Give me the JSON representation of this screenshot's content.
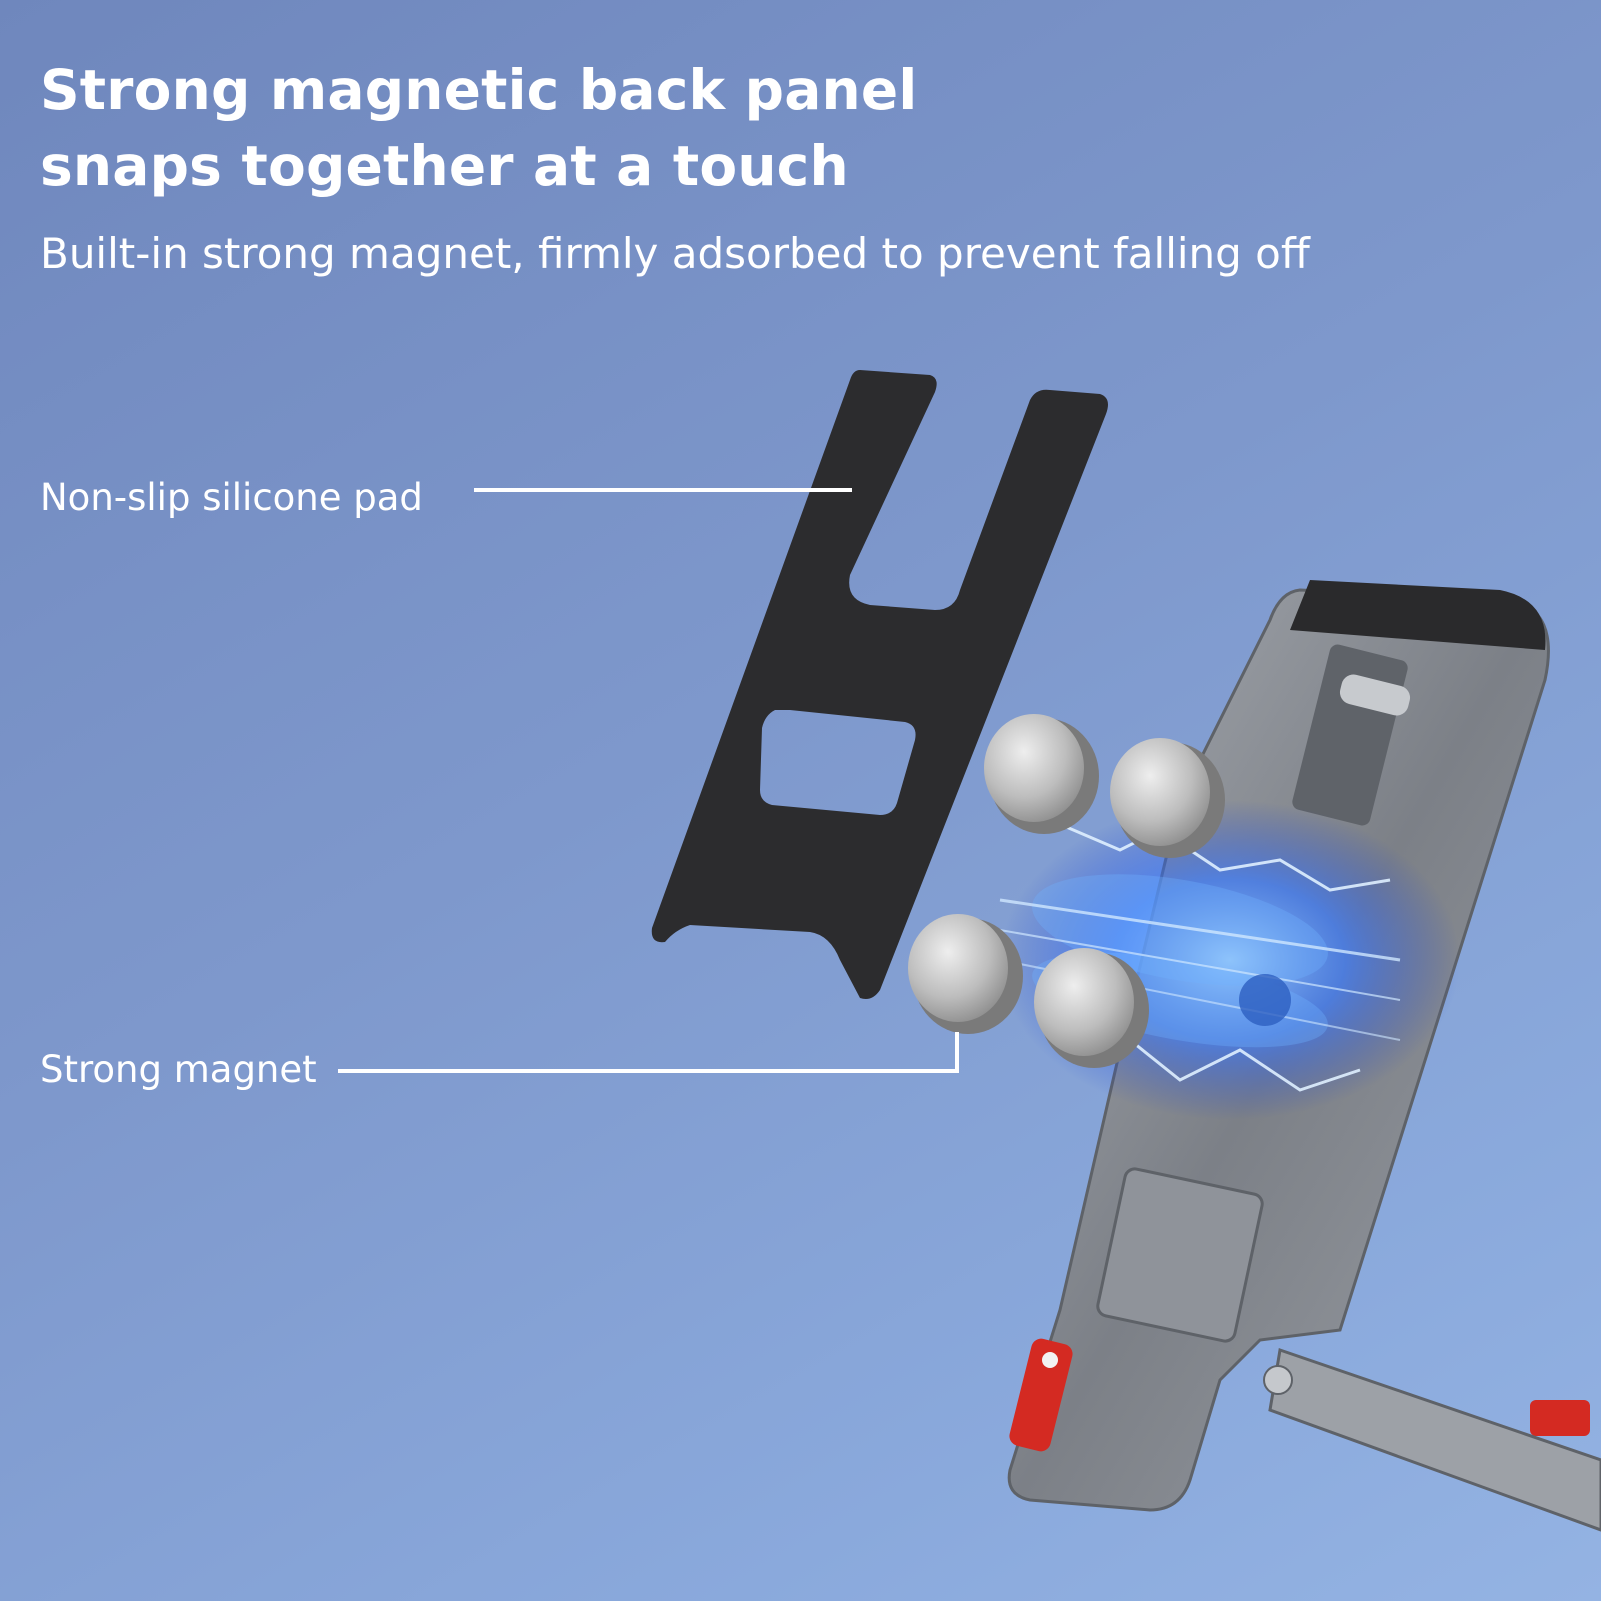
{
  "headline": {
    "line1": "Strong magnetic back panel",
    "line2": "snaps together at a touch"
  },
  "subheadline": "Built-in strong magnet, firmly adsorbed to prevent falling off",
  "callouts": {
    "pad": "Non-slip silicone pad",
    "magnet": "Strong magnet"
  },
  "colors": {
    "background": "#7e98cc",
    "pad": "#2c2c2e",
    "metal": "#8c9096",
    "accent": "#d42a22",
    "energy": "#3a7bff"
  }
}
